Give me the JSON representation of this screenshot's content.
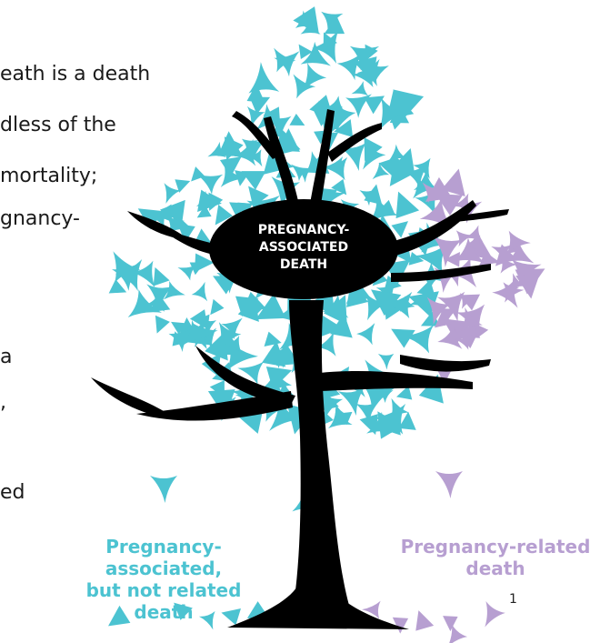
{
  "background_text": [
    "eath is a death",
    "dless of the",
    "mortality;",
    "gnancy-",
    "a",
    ",",
    "ed"
  ],
  "center_label": [
    "PREGNANCY-",
    "ASSOCIATED",
    "DEATH"
  ],
  "label_associated": [
    "Pregnancy-associated,",
    "but not related death"
  ],
  "label_related": [
    "Pregnancy-related",
    "death"
  ],
  "page_number": "1",
  "colors": {
    "associated": "#4cc3d1",
    "related": "#b79fd1",
    "trunk": "#000000",
    "background": "#ffffff"
  }
}
